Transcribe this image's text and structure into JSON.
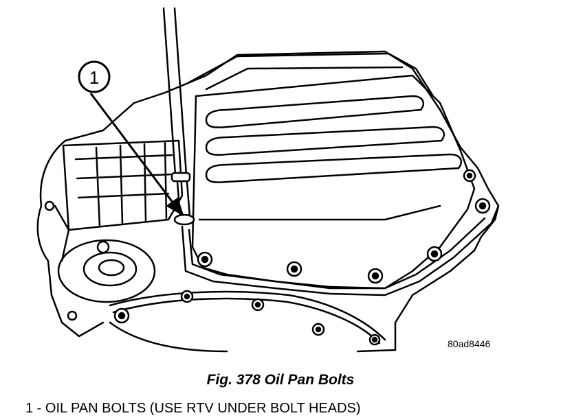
{
  "figure": {
    "callout_number": "1",
    "reference_code": "80ad8446",
    "caption": "Fig. 378 Oil Pan Bolts",
    "legend": "1 - OIL PAN BOLTS (USE RTV UNDER BOLT HEADS)"
  }
}
